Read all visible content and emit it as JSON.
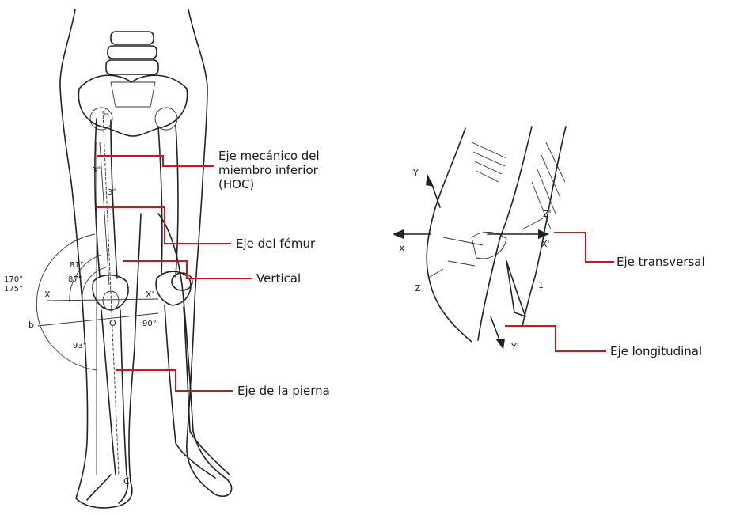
{
  "colors": {
    "leader": "#d0131b",
    "ink": "#222222",
    "background": "#ffffff"
  },
  "legs_figure": {
    "labels": {
      "mech_axis_1": "Eje mecánico del",
      "mech_axis_2": "miembro inferior",
      "mech_axis_3": "(HOC)",
      "femur_axis": "Eje del fémur",
      "vertical": "Vertical",
      "leg_axis": "Eje de la pierna"
    },
    "angles": {
      "a3_upper": "3°",
      "a3_lower": "3°",
      "a81": "81°",
      "a87": "87°",
      "a170": "170°",
      "a175": "175°",
      "a90": "90°",
      "a93": "93°"
    },
    "letters": {
      "H": "H",
      "O": "O",
      "C": "C",
      "X": "X",
      "Xp": "X'",
      "b": "b"
    }
  },
  "knee_figure": {
    "labels": {
      "transverse_axis": "Eje transversal",
      "longitudinal_axis": "Eje longitudinal"
    },
    "axes": {
      "Y": "Y",
      "Yp": "Y'",
      "X": "X",
      "Xp": "X'",
      "Z": "Z",
      "Zp": "Z'",
      "one": "1"
    }
  }
}
